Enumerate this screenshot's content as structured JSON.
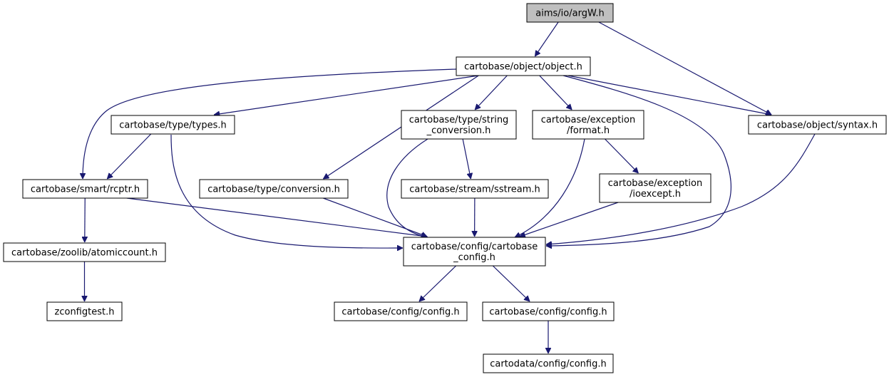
{
  "colors": {
    "edge": "#191970",
    "root_fill": "#bfbfbf",
    "node_fill": "#ffffff",
    "border": "#000000"
  },
  "nodes": [
    {
      "id": "argw",
      "lines": [
        "aims/io/argW.h"
      ],
      "root": true
    },
    {
      "id": "object",
      "lines": [
        "cartobase/object/object.h"
      ]
    },
    {
      "id": "types",
      "lines": [
        "cartobase/type/types.h"
      ]
    },
    {
      "id": "strconv",
      "lines": [
        "cartobase/type/string",
        "_conversion.h"
      ]
    },
    {
      "id": "format",
      "lines": [
        "cartobase/exception",
        "/format.h"
      ]
    },
    {
      "id": "syntax",
      "lines": [
        "cartobase/object/syntax.h"
      ]
    },
    {
      "id": "rcptr",
      "lines": [
        "cartobase/smart/rcptr.h"
      ]
    },
    {
      "id": "conversion",
      "lines": [
        "cartobase/type/conversion.h"
      ]
    },
    {
      "id": "sstream",
      "lines": [
        "cartobase/stream/sstream.h"
      ]
    },
    {
      "id": "ioexcept",
      "lines": [
        "cartobase/exception",
        "/ioexcept.h"
      ]
    },
    {
      "id": "atomiccount",
      "lines": [
        "cartobase/zoolib/atomiccount.h"
      ]
    },
    {
      "id": "cbconfig",
      "lines": [
        "cartobase/config/cartobase",
        "_config.h"
      ]
    },
    {
      "id": "zconfigtest",
      "lines": [
        "zconfigtest.h"
      ]
    },
    {
      "id": "config1",
      "lines": [
        "cartobase/config/config.h"
      ]
    },
    {
      "id": "config2",
      "lines": [
        "cartobase/config/config.h"
      ]
    },
    {
      "id": "cdconfig",
      "lines": [
        "cartodata/config/config.h"
      ]
    }
  ],
  "edges": [
    [
      "argw",
      "object"
    ],
    [
      "argw",
      "syntax"
    ],
    [
      "object",
      "types"
    ],
    [
      "object",
      "strconv"
    ],
    [
      "object",
      "format"
    ],
    [
      "object",
      "syntax"
    ],
    [
      "object",
      "rcptr"
    ],
    [
      "object",
      "conversion"
    ],
    [
      "object",
      "cbconfig"
    ],
    [
      "types",
      "rcptr"
    ],
    [
      "types",
      "cbconfig"
    ],
    [
      "strconv",
      "sstream"
    ],
    [
      "strconv",
      "cbconfig"
    ],
    [
      "format",
      "ioexcept"
    ],
    [
      "format",
      "cbconfig"
    ],
    [
      "syntax",
      "cbconfig"
    ],
    [
      "rcptr",
      "atomiccount"
    ],
    [
      "rcptr",
      "cbconfig"
    ],
    [
      "conversion",
      "cbconfig"
    ],
    [
      "sstream",
      "cbconfig"
    ],
    [
      "ioexcept",
      "cbconfig"
    ],
    [
      "atomiccount",
      "zconfigtest"
    ],
    [
      "cbconfig",
      "config1"
    ],
    [
      "cbconfig",
      "config2"
    ],
    [
      "config2",
      "cdconfig"
    ]
  ]
}
